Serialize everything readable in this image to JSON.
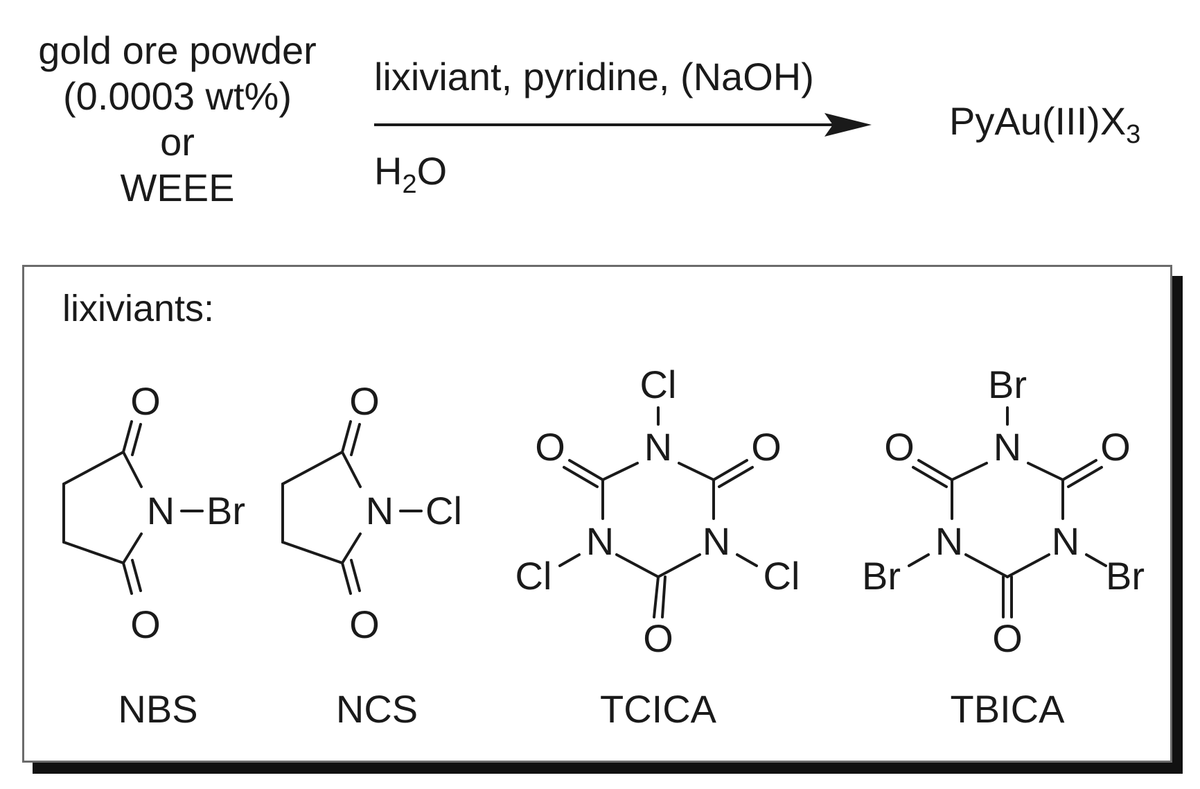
{
  "reaction": {
    "reactant_lines": [
      "gold ore powder",
      "(0.0003 wt%)",
      "or",
      "WEEE"
    ],
    "conditions_above": "lixiviant, pyridine, (NaOH)",
    "conditions_below": {
      "main": "H",
      "sub": "2",
      "tail": "O"
    },
    "product": {
      "main": "PyAu(III)X",
      "sub": "3"
    }
  },
  "panel": {
    "label": "lixiviants:",
    "compounds": [
      {
        "name": "NBS",
        "atoms": {
          "o_top": "O",
          "o_bottom": "O",
          "n": "N",
          "halogen": "Br"
        }
      },
      {
        "name": "NCS",
        "atoms": {
          "o_top": "O",
          "o_bottom": "O",
          "n": "N",
          "halogen": "Cl"
        }
      },
      {
        "name": "TCICA",
        "atoms": {
          "x_top": "Cl",
          "n_top": "N",
          "o_left": "O",
          "o_right": "O",
          "n_left": "N",
          "n_right": "N",
          "x_left": "Cl",
          "x_right": "Cl",
          "o_bottom": "O"
        }
      },
      {
        "name": "TBICA",
        "atoms": {
          "x_top": "Br",
          "n_top": "N",
          "o_left": "O",
          "o_right": "O",
          "n_left": "N",
          "n_right": "N",
          "x_left": "Br",
          "x_right": "Br",
          "o_bottom": "O"
        }
      }
    ]
  }
}
